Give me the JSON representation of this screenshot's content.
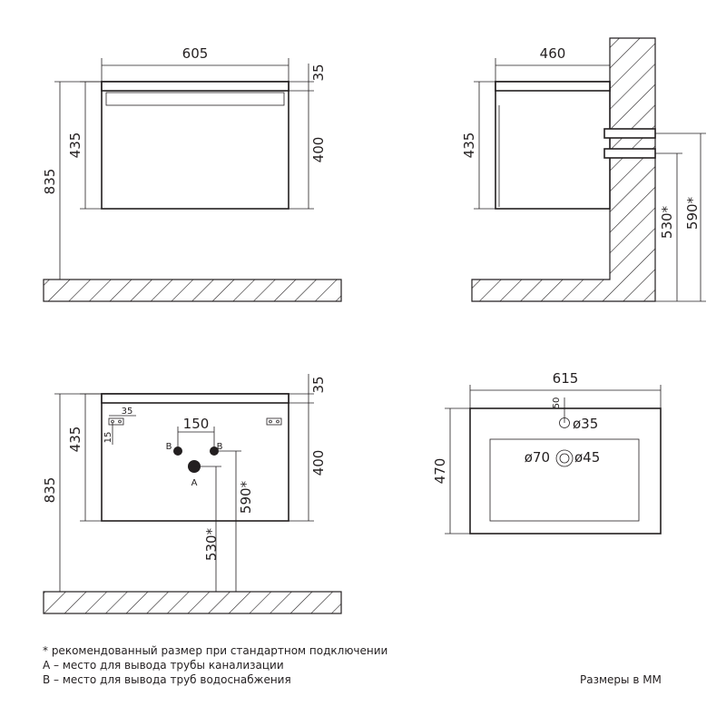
{
  "views": {
    "front": {
      "width": "605",
      "top_gap": "35",
      "body_height": "400",
      "cabinet_height": "435",
      "total_height": "835"
    },
    "side": {
      "depth": "460",
      "cabinet_height": "435",
      "pipe_low": "530*",
      "pipe_high": "590*"
    },
    "back": {
      "top_gap": "35",
      "hole_offset": "35",
      "hole_edge": "15",
      "pipe_spacing": "150",
      "label_b": "B",
      "label_a": "A",
      "cabinet_height": "435",
      "body_height": "400",
      "total_height": "835",
      "pipe_high": "590*",
      "pipe_low": "530*"
    },
    "top": {
      "width": "615",
      "depth": "470",
      "tap_offset": "50",
      "tap_hole": "ø35",
      "drain_outer": "ø70",
      "drain_inner": "ø45"
    }
  },
  "notes": {
    "line1": "* рекомендованный размер при стандартном подключении",
    "line2": "А – место для вывода трубы канализации",
    "line3": "В – место для вывода труб водоснабжения",
    "units": "Размеры в ММ"
  },
  "colors": {
    "line": "#231f20",
    "background": "#ffffff"
  }
}
